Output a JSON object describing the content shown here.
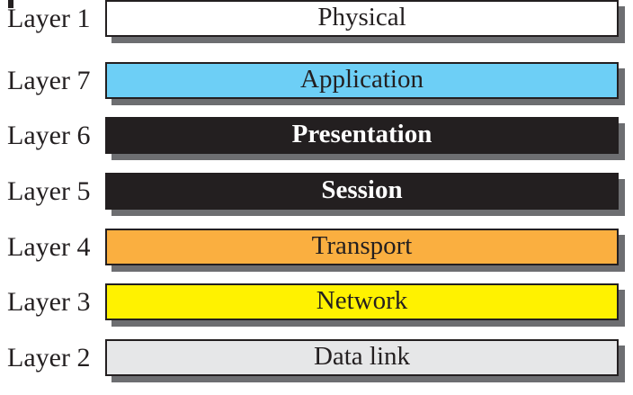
{
  "diagram": {
    "subject": "OSI model seven-layer stack",
    "colors": {
      "background": "#ffffff",
      "bar_border": "#231f20",
      "bar_shadow": "#6d6e71",
      "side_label_text": "#231f20"
    }
  },
  "layers": [
    {
      "layer_label": "Layer 7",
      "name": "Application",
      "bar_color": "#6dcff6",
      "text_color": "#231f20",
      "font_weight": "normal"
    },
    {
      "layer_label": "Layer 6",
      "name": "Presentation",
      "bar_color": "#231f20",
      "text_color": "#ffffff",
      "font_weight": "bold"
    },
    {
      "layer_label": "Layer 5",
      "name": "Session",
      "bar_color": "#231f20",
      "text_color": "#ffffff",
      "font_weight": "bold"
    },
    {
      "layer_label": "Layer 4",
      "name": "Transport",
      "bar_color": "#faaf40",
      "text_color": "#231f20",
      "font_weight": "normal"
    },
    {
      "layer_label": "Layer 3",
      "name": "Network",
      "bar_color": "#fff200",
      "text_color": "#231f20",
      "font_weight": "normal"
    },
    {
      "layer_label": "Layer 2",
      "name": "Data link",
      "bar_color": "#e6e7e8",
      "text_color": "#231f20",
      "font_weight": "normal"
    },
    {
      "layer_label": "Layer 1",
      "name": "Physical",
      "bar_color": "#ffffff",
      "text_color": "#231f20",
      "font_weight": "normal"
    }
  ]
}
